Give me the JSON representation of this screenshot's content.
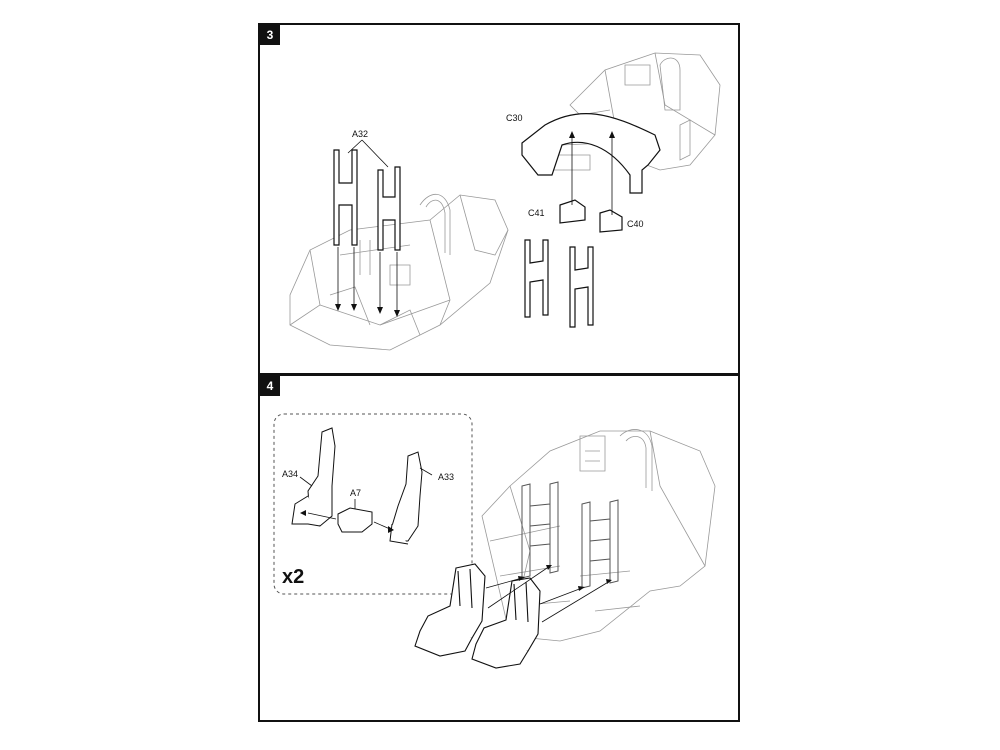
{
  "steps": [
    {
      "number": "3",
      "parts": {
        "a32": "A32",
        "c30": "C30",
        "c41": "C41",
        "c40": "C40"
      }
    },
    {
      "number": "4",
      "parts": {
        "a34": "A34",
        "a7": "A7",
        "a33": "A33"
      },
      "multiplier": "x2"
    }
  ]
}
